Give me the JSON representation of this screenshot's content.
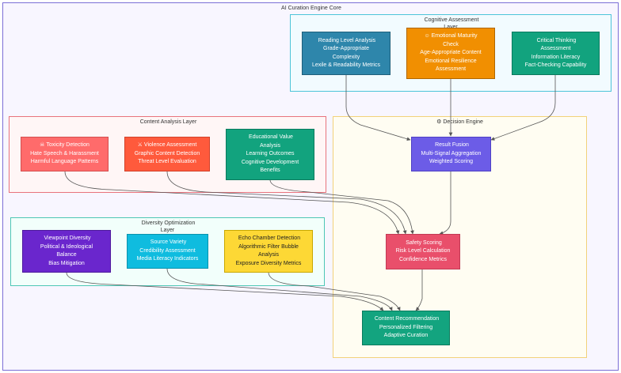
{
  "root": {
    "title": "AI Curation Engine Core",
    "icon": "ai-chip-icon",
    "bg": "#f8f6ff",
    "border": "#7c6fd6"
  },
  "clusters": {
    "cognitive": {
      "title_lines": [
        "Cognitive Assessment",
        "Layer"
      ],
      "icon": "brain-icon",
      "bg": "#f2fbff",
      "border": "#4dc4d9"
    },
    "content": {
      "title": "Content Analysis Layer",
      "icon": "magnifier-icon",
      "bg": "#fff6f6",
      "border": "#e8737d"
    },
    "decision": {
      "title": "Decision Engine",
      "icon": "gear-icon",
      "icon_glyph": "⚙",
      "bg": "#fffdf2",
      "border": "#f2d27a"
    },
    "diversity": {
      "title_lines": [
        "Diversity Optimization",
        "Layer"
      ],
      "icon": "globe-icon",
      "bg": "#f2fffb",
      "border": "#4ec7b5"
    }
  },
  "nodes": {
    "reading": {
      "lines": [
        "Reading Level Analysis",
        "Grade-Appropriate",
        "Complexity",
        "Lexile & Readability Metrics"
      ],
      "icon": "book-icon",
      "fill": "#2e86ab",
      "stroke": "#1f5f7a"
    },
    "emotional": {
      "lines": [
        "Emotional Maturity",
        "Check",
        "Age-Appropriate Content",
        "Emotional Resilience",
        "Assessment"
      ],
      "icon": "smiley-icon",
      "icon_glyph": "☺",
      "fill": "#f18f01",
      "stroke": "#b06600"
    },
    "critical": {
      "lines": [
        "Critical Thinking",
        "Assessment",
        "Information Literacy",
        "Fact-Checking Capability"
      ],
      "icon": "thinking-icon",
      "fill": "#12a37e",
      "stroke": "#0b7a5d"
    },
    "toxicity": {
      "lines": [
        "Toxicity Detection",
        "Hate Speech & Harassment",
        "Harmful Language Patterns"
      ],
      "icon": "skull-icon",
      "icon_glyph": "☠",
      "fill": "#ff6b6b",
      "stroke": "#d44f4f"
    },
    "violence": {
      "lines": [
        "Violence Assessment",
        "Graphic Content Detection",
        "Threat Level Evaluation"
      ],
      "icon": "crossed-swords-icon",
      "icon_glyph": "⚔",
      "fill": "#ff5a3c",
      "stroke": "#d1412a"
    },
    "educational": {
      "lines": [
        "Educational Value",
        "Analysis",
        "Learning Outcomes",
        "Cognitive Development",
        "Benefits"
      ],
      "icon": "books-icon",
      "fill": "#12a37e",
      "stroke": "#0b7a5d"
    },
    "result": {
      "lines": [
        "Result Fusion",
        "Multi-Signal Aggregation",
        "Weighted Scoring"
      ],
      "icon": "merge-icon",
      "fill": "#6c5ce7",
      "stroke": "#4f41c4"
    },
    "safety": {
      "lines": [
        "Safety Scoring",
        "Risk Level Calculation",
        "Confidence Metrics"
      ],
      "icon": "shield-icon",
      "fill": "#e94f6b",
      "stroke": "#c23a54"
    },
    "recommend": {
      "lines": [
        "Content Recommendation",
        "Personalized Filtering",
        "Adaptive Curation"
      ],
      "icon": "target-icon",
      "fill": "#13a47f",
      "stroke": "#0b7a5d"
    },
    "viewpoint": {
      "lines": [
        "Viewpoint Diversity",
        "Political & Ideological",
        "Balance",
        "Bias Mitigation"
      ],
      "icon": "scales-icon",
      "fill": "#6a26cd",
      "stroke": "#4e1a9c"
    },
    "source": {
      "lines": [
        "Source Variety",
        "Credibility Assessment",
        "Media Literacy Indicators"
      ],
      "icon": "newspaper-icon",
      "fill": "#0fbcdf",
      "stroke": "#0a92ad"
    },
    "echo": {
      "lines": [
        "Echo Chamber Detection",
        "Algorithmic Filter Bubble",
        "Analysis",
        "Exposure Diversity Metrics"
      ],
      "icon": "loop-icon",
      "fill": "#fdd835",
      "stroke": "#c9a800"
    }
  },
  "edge_color": "#555555"
}
